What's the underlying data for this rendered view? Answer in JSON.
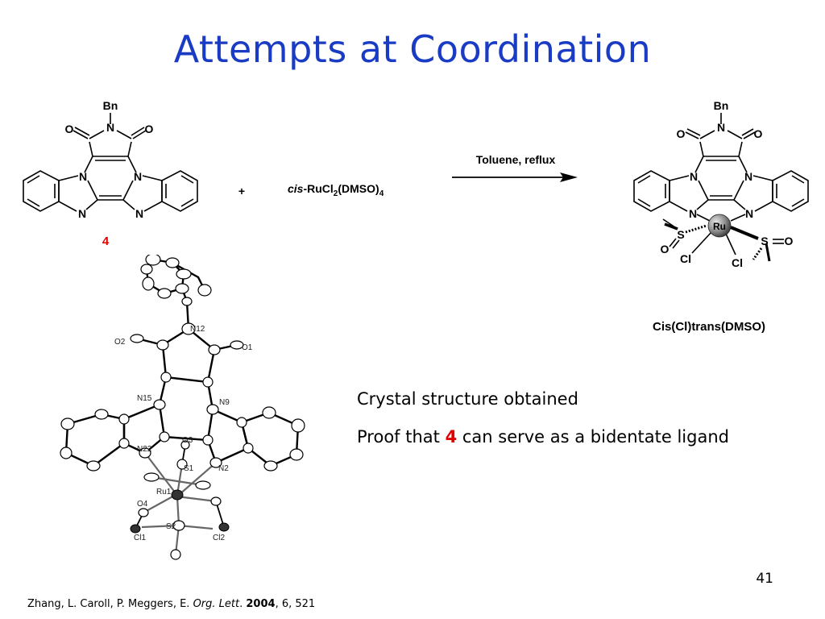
{
  "slide": {
    "title": "Attempts at Coordination",
    "page_number": "41"
  },
  "scheme": {
    "reactant": {
      "compound_number": "4",
      "atoms": {
        "bn": "Bn",
        "n": "N",
        "o": "O"
      }
    },
    "plus": "+",
    "reagent": {
      "prefix": "cis",
      "body": "-RuCl",
      "sub1": "2",
      "mid": "(DMSO)",
      "sub2": "4"
    },
    "conditions": "Toluene, reflux",
    "product": {
      "caption": "Cis(Cl)trans(DMSO)",
      "atoms": {
        "bn": "Bn",
        "n": "N",
        "o": "O",
        "ru": "Ru",
        "s": "S",
        "cl": "Cl"
      }
    }
  },
  "crystal": {
    "labels": [
      "N12",
      "O2",
      "O1",
      "N15",
      "N9",
      "N22",
      "O3",
      "S1",
      "N2",
      "Ru1",
      "O4",
      "S2",
      "Cl1",
      "Cl2"
    ]
  },
  "text": {
    "bullet1": "Crystal structure obtained",
    "bullet2_pre": "Proof that ",
    "bullet2_num": "4",
    "bullet2_post": " can serve as a bidentate ligand"
  },
  "citation": {
    "authors": "Zhang, L. Caroll, P. Meggers, E. ",
    "journal": "Org. Lett",
    "dot": ". ",
    "year": "2004",
    "rest": ", 6, 521"
  },
  "colors": {
    "title": "#1a3cc4",
    "highlight": "#e00000",
    "ruthenium": "#8a8a8a"
  }
}
